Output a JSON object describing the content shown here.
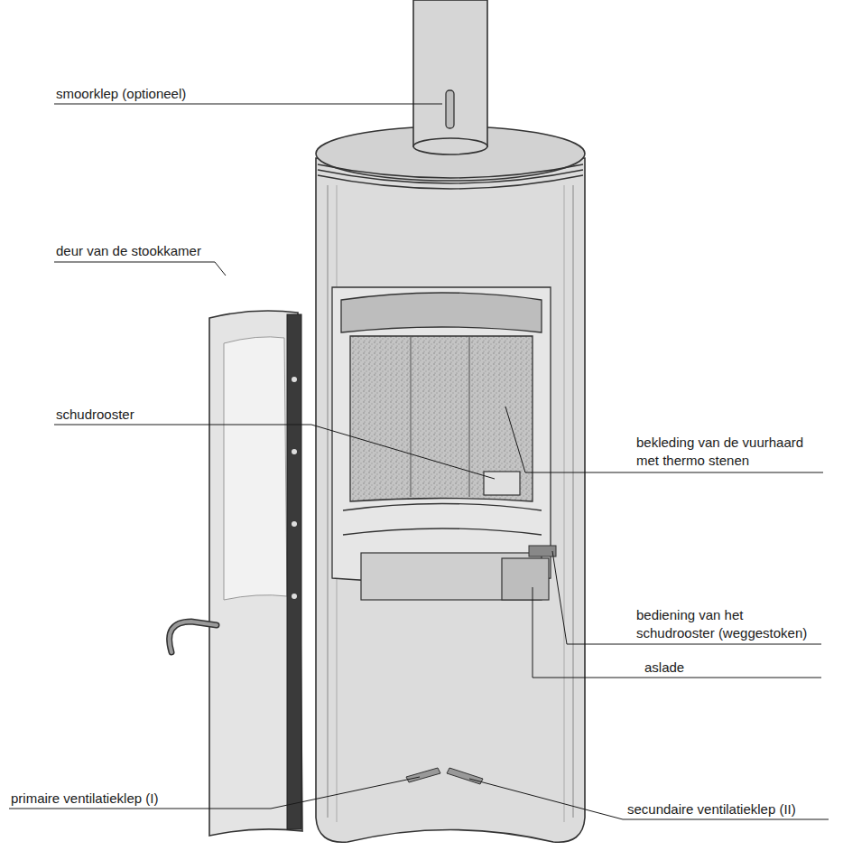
{
  "diagram": {
    "labels": [
      "smoorklep (optioneel)",
      "deur van de stookkamer",
      "schudrooster",
      "bekleding van de vuurhaard met thermo stenen",
      "bediening van het schudrooster (weggestoken)",
      "aslade",
      "primaire ventilatieklep (I)",
      "secundaire ventilatieklep (II)"
    ]
  }
}
